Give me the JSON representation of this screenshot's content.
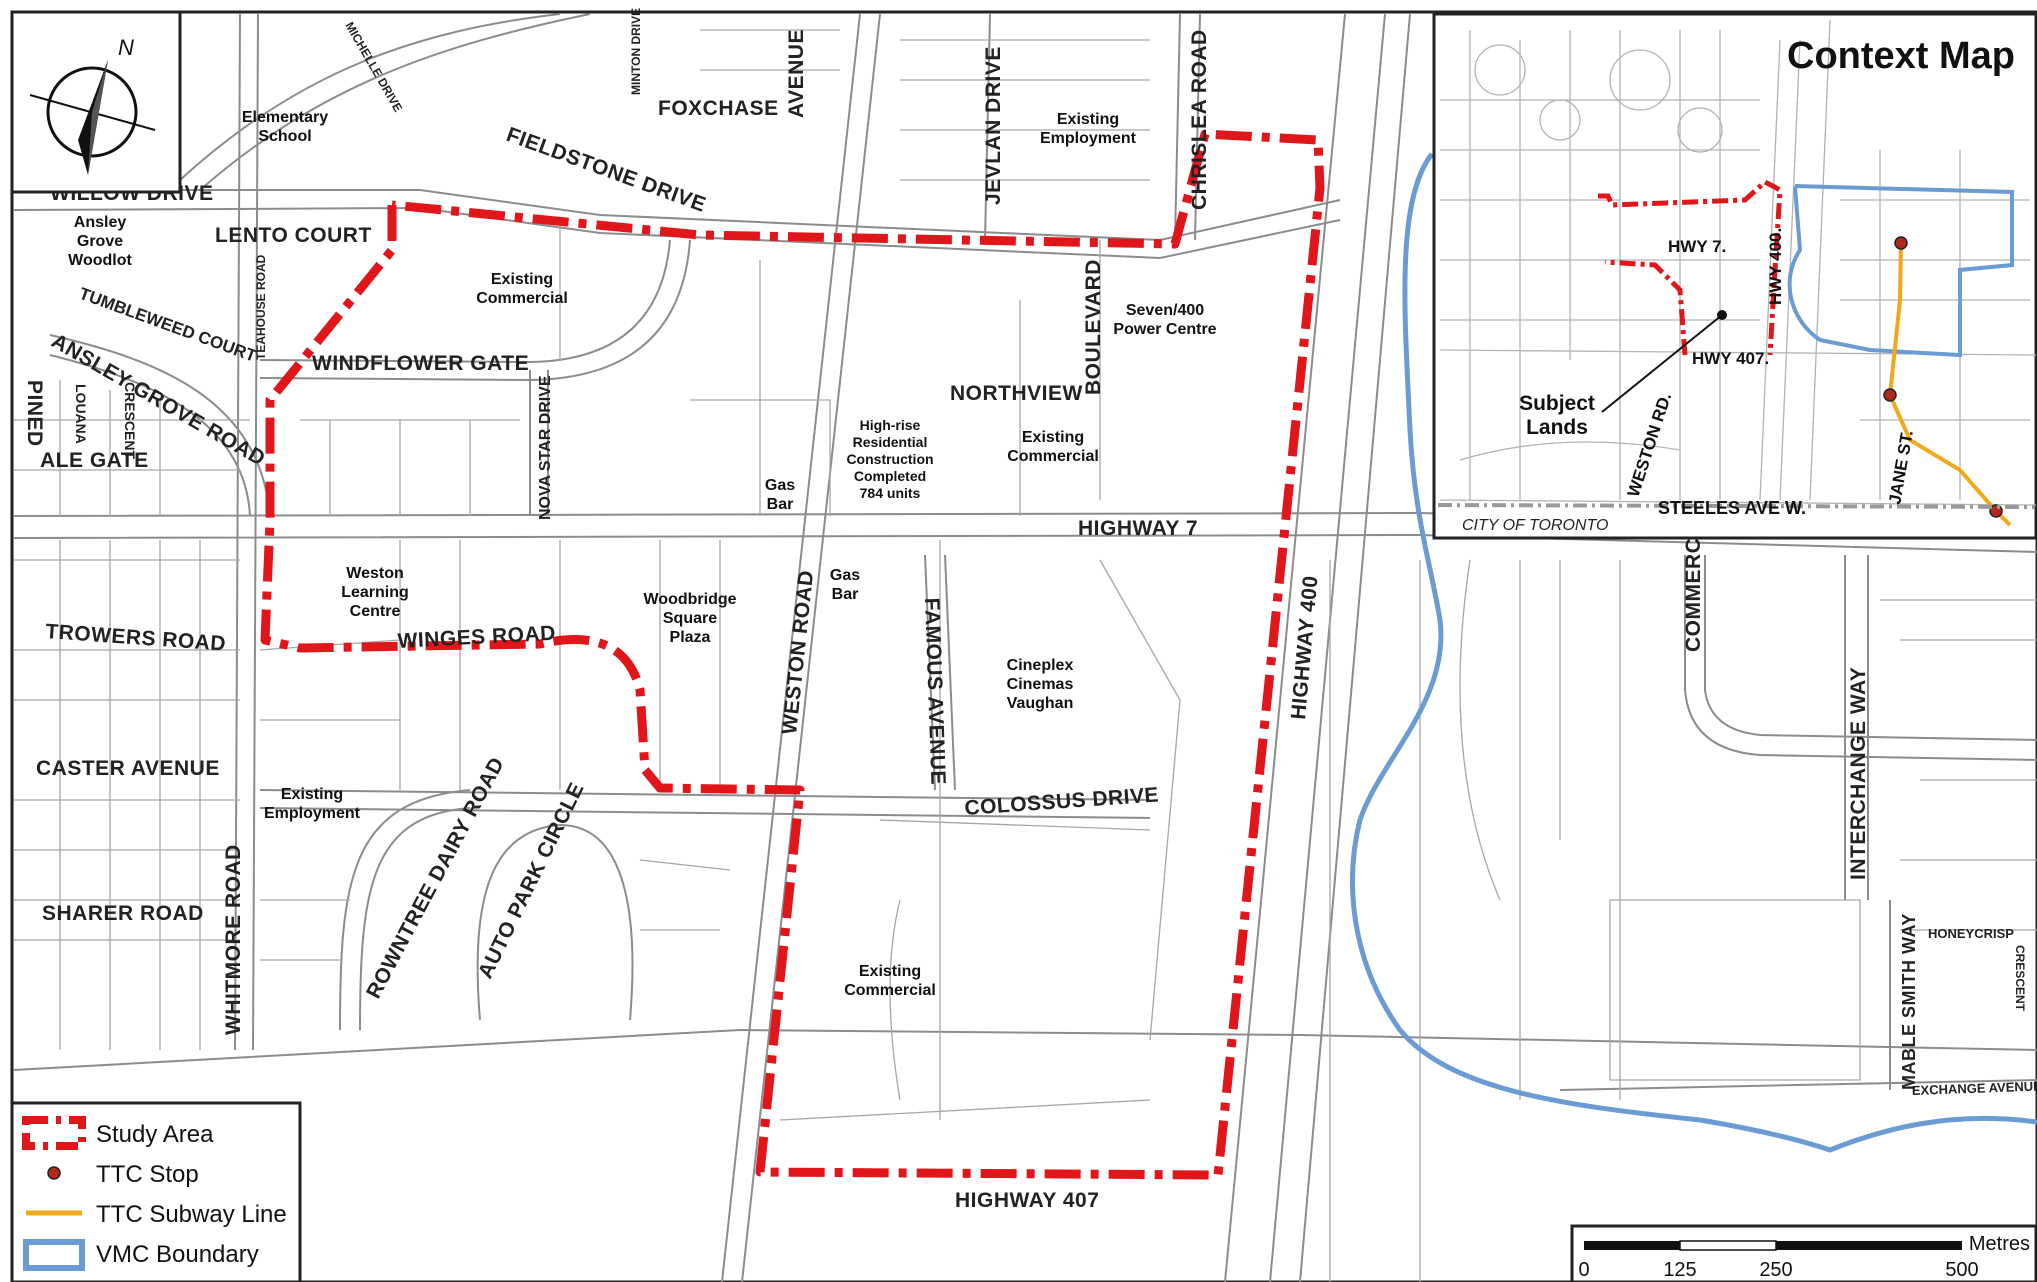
{
  "map": {
    "north_label": "N",
    "context_map": {
      "title": "Context Map",
      "labels": {
        "hwy7": "HWY 7.",
        "hwy400": "HWY 400.",
        "hwy407": "HWY 407.",
        "subject_lands_1": "Subject",
        "subject_lands_2": "Lands",
        "weston_rd": "WESTON RD.",
        "jane_st": "JANE ST.",
        "steeles": "STEELES AVE W.",
        "city_of_toronto": "CITY OF TORONTO"
      }
    },
    "streets": {
      "willow_drive": "WILLOW DRIVE",
      "lento_court": "LENTO COURT",
      "fieldstone_drive": "FIELDSTONE DRIVE",
      "foxchase": "FOXCHASE",
      "avenue_fox": "AVENUE",
      "michelle_drive": "MICHELLE DRIVE",
      "minton_drive": "MINTON DRIVE",
      "jevlan_drive": "JEVLAN DRIVE",
      "chrislea_road": "CHRISLEA ROAD",
      "tumbleweed_court": "TUMBLEWEED COURT",
      "teahouse_road": "TEAHOUSE ROAD",
      "windflower_gate": "WINDFLOWER GATE",
      "ansley_grove_road": "ANSLEY GROVE ROAD",
      "pined_ale_gate_1": "PINED",
      "pined_ale_gate_2": "ALE GATE",
      "louana_crescent_1": "LOUANA",
      "louana_crescent_2": "CRESCENT",
      "nova_star_drive": "NOVA STAR DRIVE",
      "northview": "NORTHVIEW",
      "boulevard": "BOULEVARD",
      "highway_7": "HIGHWAY 7",
      "trowers_road": "TROWERS ROAD",
      "winges_road": "WINGES ROAD",
      "weston_road": "WESTON ROAD",
      "famous_avenue": "FAMOUS AVENUE",
      "highway_400": "HIGHWAY 400",
      "caster_avenue": "CASTER AVENUE",
      "rowntree_dairy_road": "ROWNTREE DAIRY ROAD",
      "colossus_drive": "COLOSSUS DRIVE",
      "auto_park_circle": "AUTO PARK CIRCLE",
      "sharer_road": "SHARER ROAD",
      "whitmore_road": "WHITMORE ROAD",
      "highway_407": "HIGHWAY 407",
      "commerce": "COMMERC",
      "interchange_way": "INTERCHANGE WAY",
      "mable_smith_way": "MABLE SMITH WAY",
      "honeycrisp": "HONEYCRISP",
      "crescent": "CRESCENT",
      "exchange_avenue": "EXCHANGE AVENUE"
    },
    "areas": {
      "elementary_school": [
        "Elementary",
        "School"
      ],
      "ansley_grove_woodlot": [
        "Ansley",
        "Grove",
        "Woodlot"
      ],
      "existing_employment_north": [
        "Existing",
        "Employment"
      ],
      "existing_commercial_north": [
        "Existing",
        "Commercial"
      ],
      "seven_400_power_centre": [
        "Seven/400",
        "Power Centre"
      ],
      "high_rise": [
        "High-rise",
        "Residential",
        "Construction",
        "Completed",
        "784 units"
      ],
      "existing_commercial_northview": [
        "Existing",
        "Commercial"
      ],
      "gas_bar_north": [
        "Gas",
        "Bar"
      ],
      "gas_bar_south": [
        "Gas",
        "Bar"
      ],
      "weston_learning_centre": [
        "Weston",
        "Learning",
        "Centre"
      ],
      "woodbridge_square_plaza": [
        "Woodbridge",
        "Square",
        "Plaza"
      ],
      "cineplex": [
        "Cineplex",
        "Cinemas",
        "Vaughan"
      ],
      "existing_employment_south": [
        "Existing",
        "Employment"
      ],
      "existing_commercial_south": [
        "Existing",
        "Commercial"
      ]
    },
    "legend": {
      "items": [
        {
          "label": "Study Area",
          "color": "#e0161b"
        },
        {
          "label": "TTC Stop",
          "color": "#b3281c"
        },
        {
          "label": "TTC Subway Line",
          "color": "#f2a81d"
        },
        {
          "label": "VMC Boundary",
          "color": "#6a9bd2"
        }
      ]
    },
    "scale_bar": {
      "unit": "Metres",
      "ticks": [
        "0",
        "125",
        "250",
        "500"
      ]
    }
  }
}
